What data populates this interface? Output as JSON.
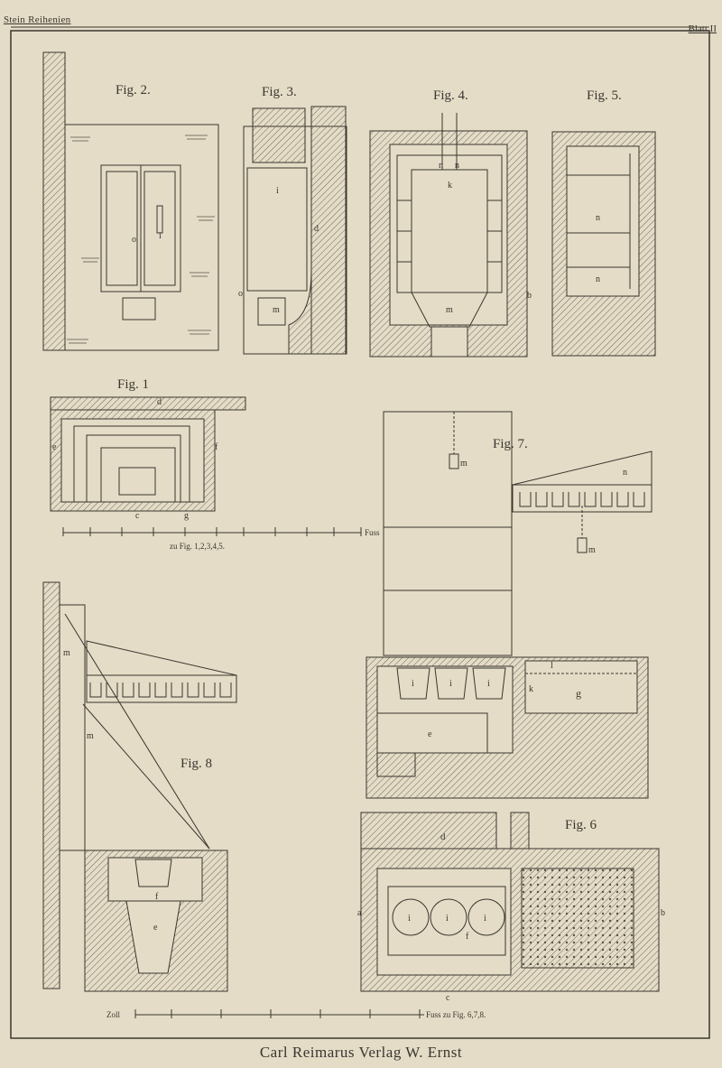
{
  "header": {
    "left_title": "Stein Reihenien",
    "right_title": "Blatt II"
  },
  "figures": {
    "fig2": "Fig. 2.",
    "fig3": "Fig. 3.",
    "fig4": "Fig. 4.",
    "fig5": "Fig. 5.",
    "fig1": "Fig. 1",
    "fig7": "Fig. 7.",
    "fig8": "Fig. 8",
    "fig6": "Fig. 6"
  },
  "scales": {
    "scale1_caption": "zu Fig. 1,2,3,4,5.",
    "scale1_unit": "Fuss",
    "scale2_left": "Zoll",
    "scale2_caption": "Fuss zu Fig. 6,7,8."
  },
  "labels": {
    "a": "a",
    "b": "b",
    "c": "c",
    "d": "d",
    "e": "e",
    "f": "f",
    "g": "g",
    "i": "i",
    "k": "k",
    "l": "l",
    "m": "m",
    "n": "n",
    "o": "o"
  },
  "footer": {
    "publisher": "Carl Reimarus Verlag W. Ernst"
  }
}
